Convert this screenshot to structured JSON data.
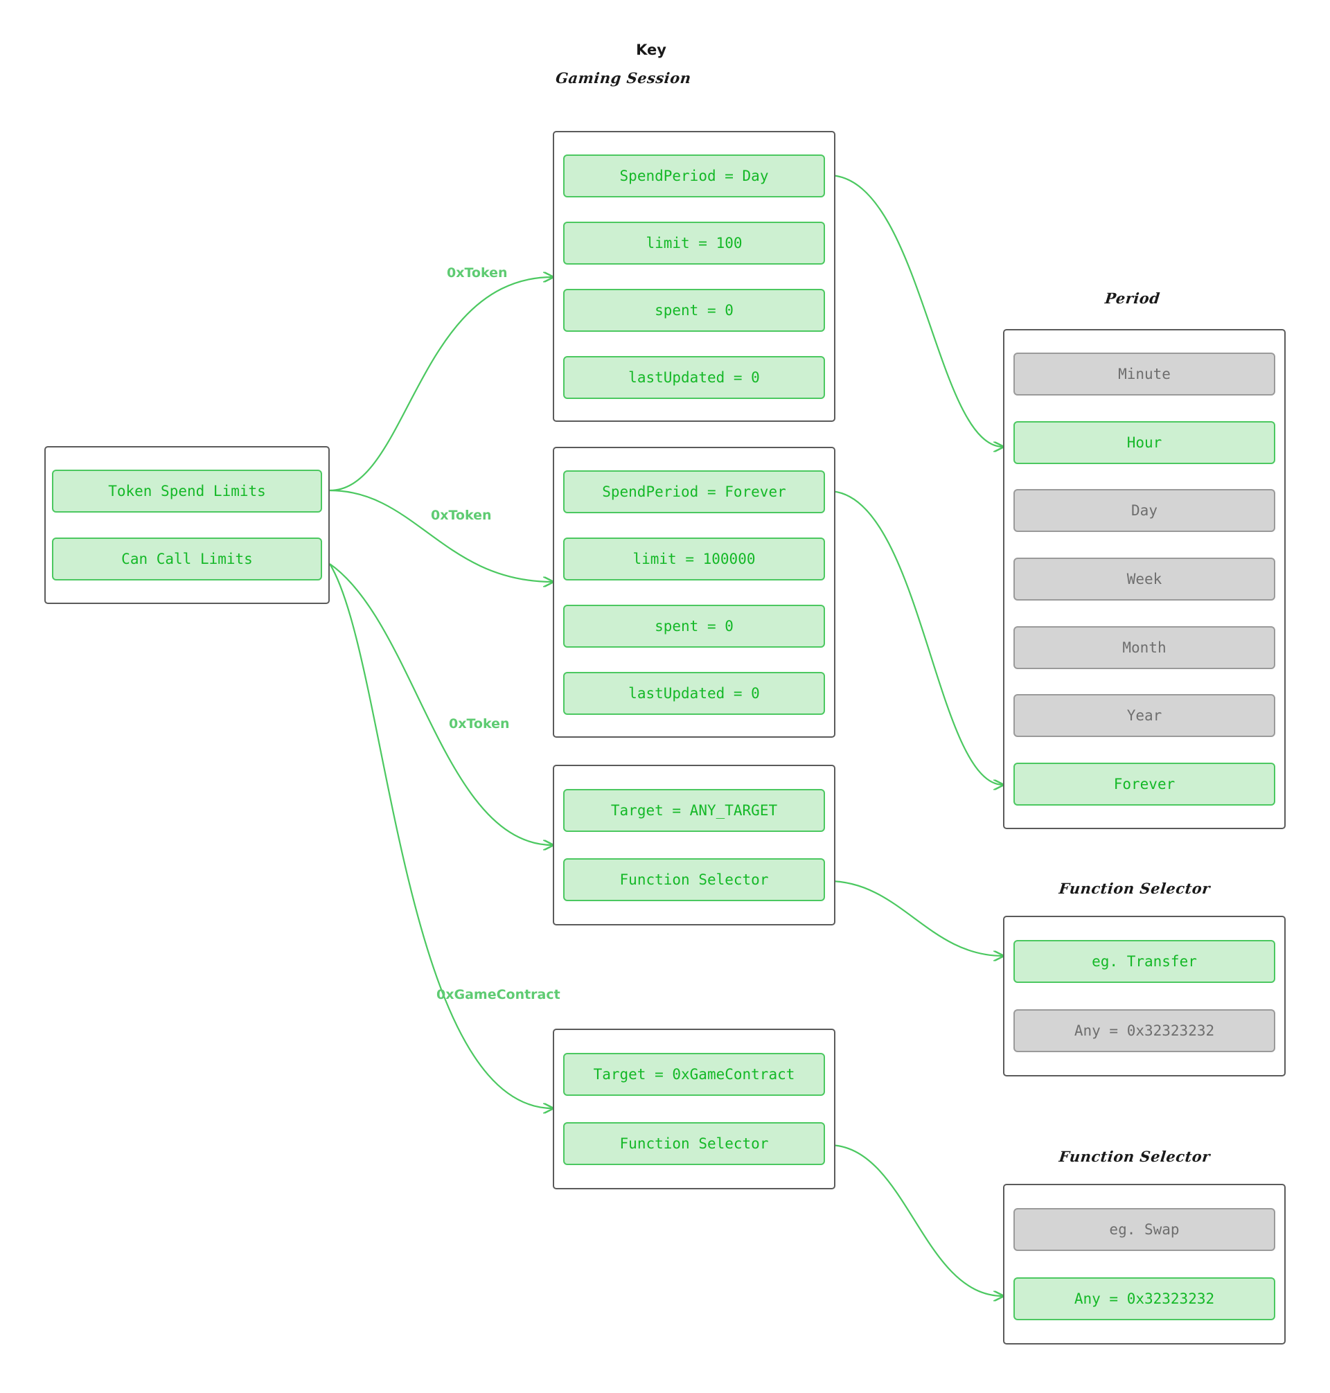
{
  "title": "Key",
  "colors": {
    "green_text": "#14b827",
    "green_fill": "#cdf0d1",
    "green_border": "#4bc860",
    "grey_text": "#6e6e6e",
    "grey_fill": "#d4d4d4",
    "grey_border": "#9a9a9a",
    "container_border": "#5a5a5a",
    "edge": "#4bc860",
    "edge_label": "#5ecb72",
    "background": "#ffffff"
  },
  "groups": {
    "root": {
      "items": [
        {
          "label": "Token Spend Limits",
          "state": "green"
        },
        {
          "label": "Can Call Limits",
          "state": "green"
        }
      ]
    },
    "gaming_session": {
      "title": "Gaming Session"
    },
    "spend_limit_day": {
      "items": [
        {
          "label": "SpendPeriod = Day",
          "state": "green"
        },
        {
          "label": "limit = 100",
          "state": "green"
        },
        {
          "label": "spent = 0",
          "state": "green"
        },
        {
          "label": "lastUpdated = 0",
          "state": "green"
        }
      ]
    },
    "spend_limit_forever": {
      "items": [
        {
          "label": "SpendPeriod = Forever",
          "state": "green"
        },
        {
          "label": "limit = 100000",
          "state": "green"
        },
        {
          "label": "spent = 0",
          "state": "green"
        },
        {
          "label": "lastUpdated = 0",
          "state": "green"
        }
      ]
    },
    "call_limit_any_target": {
      "items": [
        {
          "label": "Target = ANY_TARGET",
          "state": "green"
        },
        {
          "label": "Function Selector",
          "state": "green"
        }
      ]
    },
    "call_limit_game_contract": {
      "items": [
        {
          "label": "Target = 0xGameContract",
          "state": "green"
        },
        {
          "label": "Function Selector",
          "state": "green"
        }
      ]
    },
    "period": {
      "title": "Period",
      "items": [
        {
          "label": "Minute",
          "state": "grey"
        },
        {
          "label": "Hour",
          "state": "green"
        },
        {
          "label": "Day",
          "state": "grey"
        },
        {
          "label": "Week",
          "state": "grey"
        },
        {
          "label": "Month",
          "state": "grey"
        },
        {
          "label": "Year",
          "state": "grey"
        },
        {
          "label": "Forever",
          "state": "green"
        }
      ]
    },
    "function_selector_transfer": {
      "title": "Function Selector",
      "items": [
        {
          "label": "eg. Transfer",
          "state": "green"
        },
        {
          "label": "Any = 0x32323232",
          "state": "grey"
        }
      ]
    },
    "function_selector_swap": {
      "title": "Function Selector",
      "items": [
        {
          "label": "eg. Swap",
          "state": "grey"
        },
        {
          "label": "Any = 0x32323232",
          "state": "green"
        }
      ]
    }
  },
  "edges": [
    {
      "label": "0xToken",
      "from": "token-spend-limits",
      "to": "spend-limit-day"
    },
    {
      "label": "0xToken",
      "from": "token-spend-limits",
      "to": "spend-limit-forever"
    },
    {
      "label": "0xToken",
      "from": "can-call-limits",
      "to": "call-limit-any-target"
    },
    {
      "label": "0xGameContract",
      "from": "can-call-limits",
      "to": "call-limit-game-contract"
    },
    {
      "label": "",
      "from": "spend-period-day",
      "to": "period-hour"
    },
    {
      "label": "",
      "from": "spend-period-forever",
      "to": "period-forever"
    },
    {
      "label": "",
      "from": "function-selector-any-target",
      "to": "selector-eg-transfer"
    },
    {
      "label": "",
      "from": "function-selector-game-contract",
      "to": "selector-any-swap"
    }
  ]
}
